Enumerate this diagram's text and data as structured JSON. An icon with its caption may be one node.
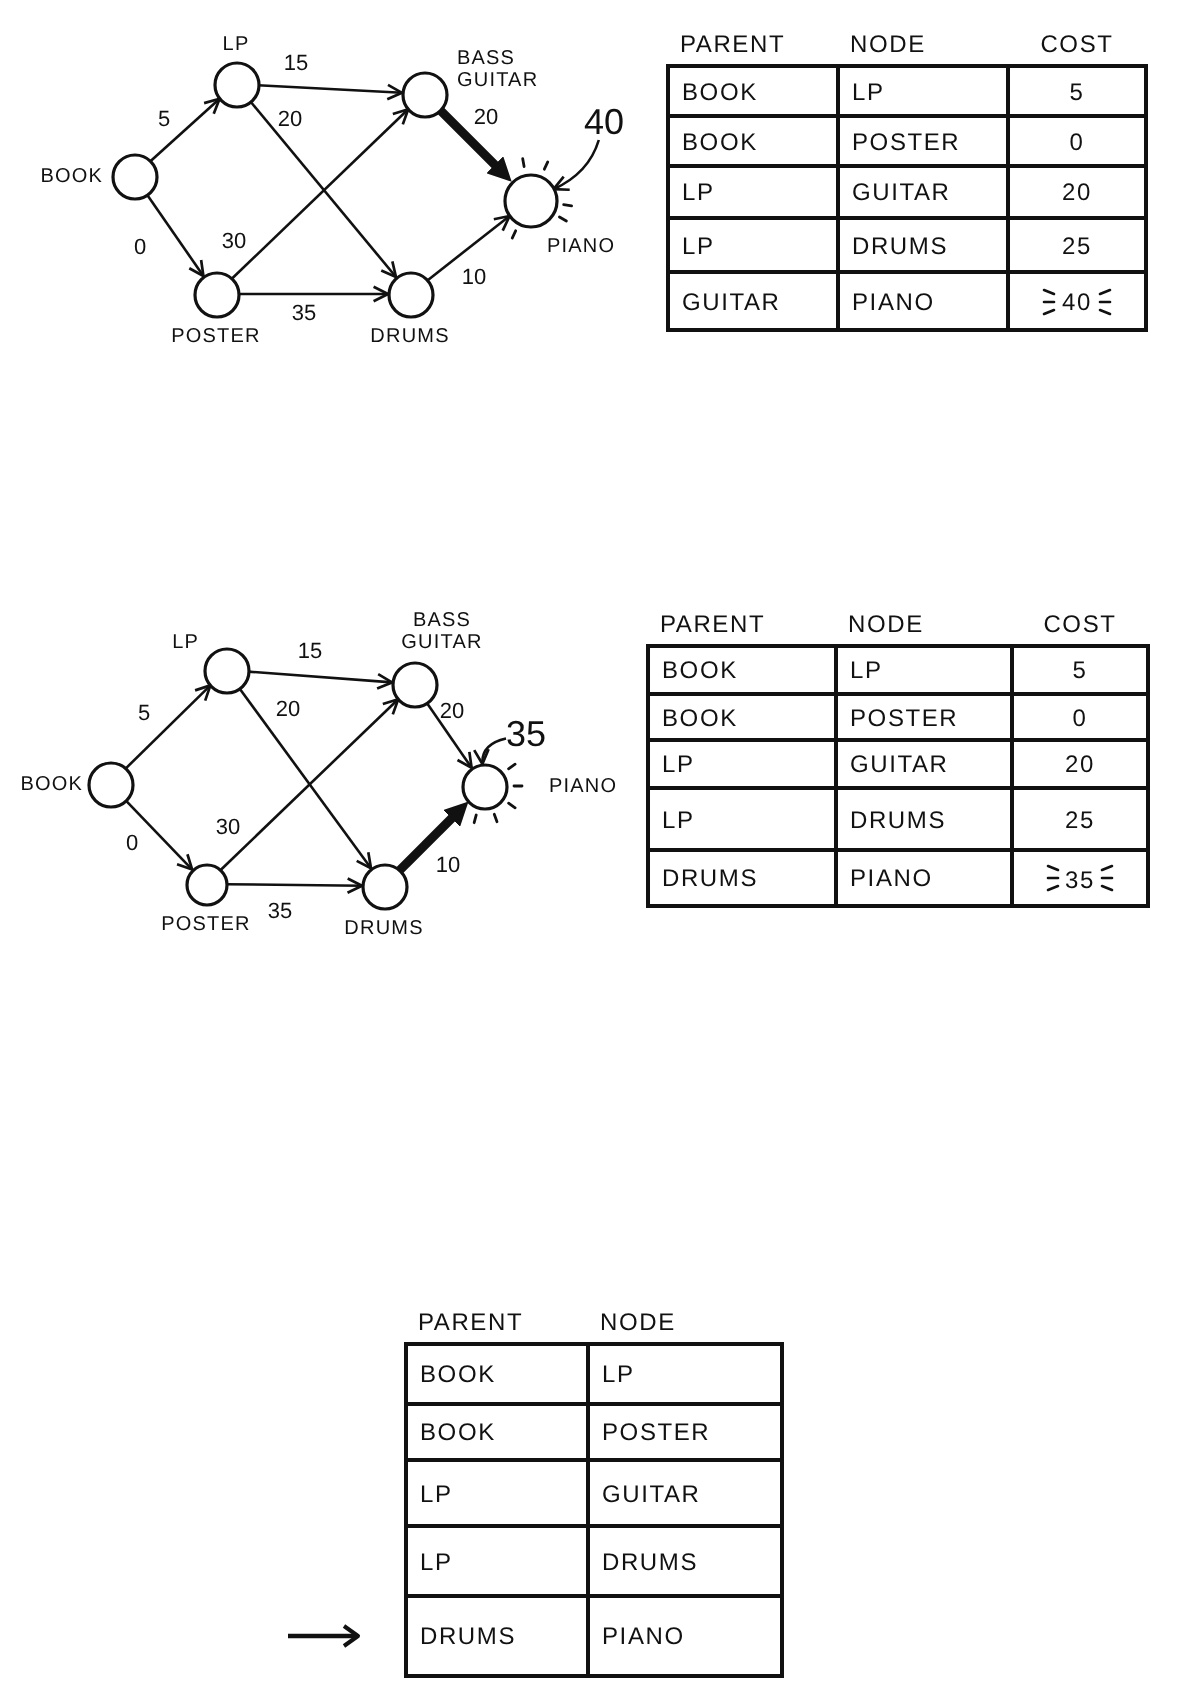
{
  "diagram": {
    "nodes": [
      {
        "text": [
          "BOOK"
        ]
      },
      {
        "text": [
          "LP"
        ]
      },
      {
        "text": [
          "POSTER"
        ]
      },
      {
        "text": [
          "BASS GUITAR"
        ]
      },
      {
        "text": [
          "DRUMS"
        ]
      },
      {
        "text": [
          "PIANO"
        ]
      },
      {
        "text": [
          "40"
        ]
      },
      {
        "text": [
          "BOOK"
        ]
      },
      {
        "text": [
          "LP"
        ]
      },
      {
        "text": [
          "POSTER"
        ]
      },
      {
        "text": [
          "BASS GUITAR"
        ]
      },
      {
        "text": [
          "DRUMS"
        ]
      },
      {
        "text": [
          "PIANO"
        ]
      },
      {
        "text": [
          "35"
        ]
      }
    ],
    "edges": [
      {
        "from": 0,
        "to": 1,
        "arrow": "to",
        "label": "5"
      },
      {
        "from": 0,
        "to": 2,
        "arrow": "to",
        "label": "0"
      },
      {
        "from": 1,
        "to": 3,
        "arrow": "to",
        "label": "15"
      },
      {
        "from": 1,
        "to": 4,
        "arrow": "to",
        "label": "20"
      },
      {
        "from": 2,
        "to": 3,
        "arrow": "to",
        "label": "30"
      },
      {
        "from": 2,
        "to": 4,
        "arrow": "to",
        "label": "35"
      },
      {
        "from": 3,
        "to": 5,
        "arrow": "to",
        "label": "20",
        "style": "thick"
      },
      {
        "from": 4,
        "to": 5,
        "arrow": "to",
        "label": "10"
      },
      {
        "from": 6,
        "to": 5,
        "arrow": "to"
      },
      {
        "from": 7,
        "to": 8,
        "arrow": "to",
        "label": "5"
      },
      {
        "from": 7,
        "to": 9,
        "arrow": "to",
        "label": "0"
      },
      {
        "from": 8,
        "to": 10,
        "arrow": "to",
        "label": "15"
      },
      {
        "from": 8,
        "to": 11,
        "arrow": "to",
        "label": "20"
      },
      {
        "from": 9,
        "to": 10,
        "arrow": "to",
        "label": "30"
      },
      {
        "from": 9,
        "to": 11,
        "arrow": "to",
        "label": "35"
      },
      {
        "from": 10,
        "to": 12,
        "arrow": "to",
        "label": "20"
      },
      {
        "from": 11,
        "to": 12,
        "arrow": "to",
        "label": "10",
        "style": "thick"
      },
      {
        "from": 13,
        "to": 12,
        "arrow": "to"
      }
    ],
    "labels": [
      "PARENT",
      "NODE",
      "COST",
      "BOOK",
      "LP",
      "5",
      "BOOK",
      "POSTER",
      "0",
      "LP",
      "GUITAR",
      "20",
      "LP",
      "DRUMS",
      "25",
      "GUITAR",
      "PIANO",
      "40",
      "PARENT",
      "NODE",
      "COST",
      "BOOK",
      "LP",
      "5",
      "BOOK",
      "POSTER",
      "0",
      "LP",
      "GUITAR",
      "20",
      "LP",
      "DRUMS",
      "25",
      "DRUMS",
      "PIANO",
      "35",
      "PARENT",
      "NODE",
      "BOOK",
      "LP",
      "BOOK",
      "POSTER",
      "LP",
      "GUITAR",
      "LP",
      "DRUMS",
      "DRUMS",
      "PIANO"
    ]
  }
}
